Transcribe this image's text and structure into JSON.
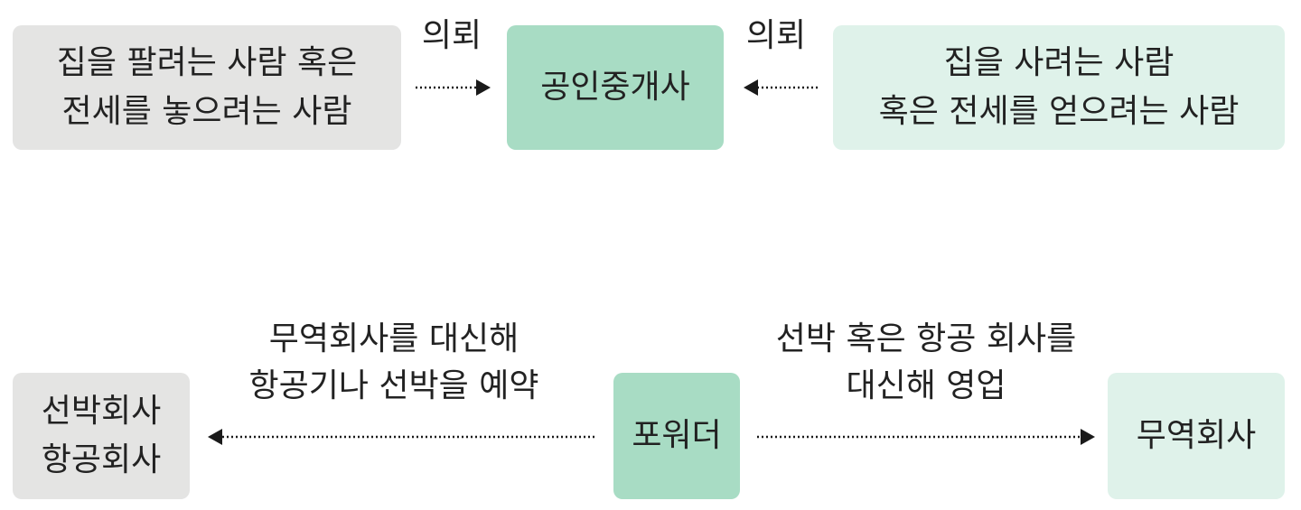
{
  "top_flow": {
    "seller": {
      "lines": [
        "집을 팔려는 사람 혹은",
        "전세를 놓으려는 사람"
      ]
    },
    "agent": {
      "label": "공인중개사"
    },
    "buyer": {
      "lines": [
        "집을 사려는 사람",
        "혹은 전세를 얻으려는 사람"
      ]
    },
    "left_arrow_label": "의뢰",
    "right_arrow_label": "의뢰"
  },
  "bottom_flow": {
    "carriers": {
      "lines": [
        "선박회사",
        "항공회사"
      ]
    },
    "forwarder": {
      "label": "포워더"
    },
    "trading_company": {
      "label": "무역회사"
    },
    "left_arrow_label": [
      "무역회사를 대신해",
      "항공기나 선박을 예약"
    ],
    "right_arrow_label": [
      "선박 혹은 항공 회사를",
      "대신해 영업"
    ]
  },
  "colors": {
    "gray_box": "#e4e4e3",
    "mid_green_box": "#a8dcc4",
    "light_green_box": "#dff2ea",
    "arrow": "#1a1a1a",
    "text": "#222222"
  }
}
